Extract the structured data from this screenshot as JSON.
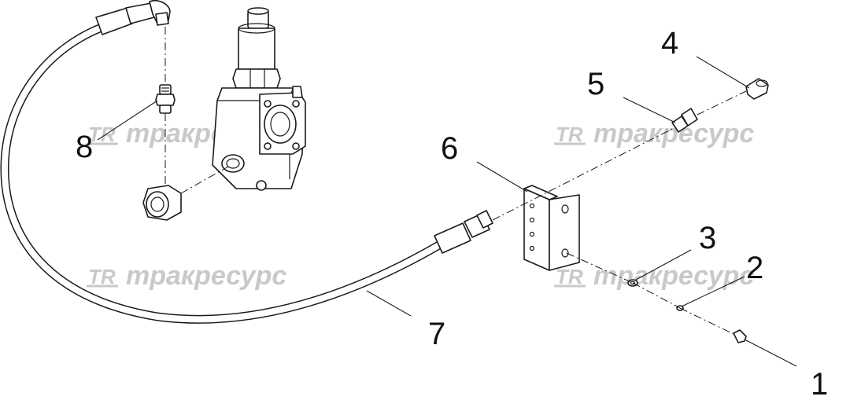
{
  "watermark": {
    "logo": "TR",
    "text": "тракресурс"
  },
  "callouts": {
    "part_1": "1",
    "part_2": "2",
    "part_3": "3",
    "part_4": "4",
    "part_5": "5",
    "part_6": "6",
    "part_7": "7",
    "part_8": "8"
  }
}
